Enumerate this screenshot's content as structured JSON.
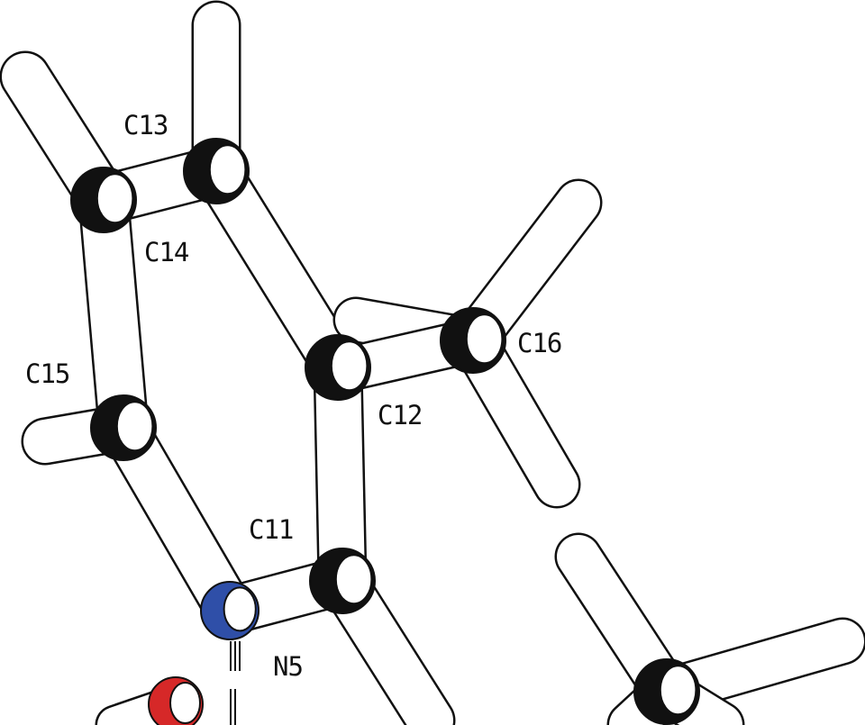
{
  "colors": {
    "carbon": "#111111",
    "nitrogen": "#2f4fa8",
    "oxygen": "#d62828",
    "bond_fill": "#ffffff",
    "bond_stroke": "#111111"
  },
  "atoms": [
    {
      "id": "C11",
      "label": "C11",
      "element": "carbon"
    },
    {
      "id": "C12",
      "label": "C12",
      "element": "carbon"
    },
    {
      "id": "C13",
      "label": "C13",
      "element": "carbon"
    },
    {
      "id": "C14",
      "label": "C14",
      "element": "carbon"
    },
    {
      "id": "C15",
      "label": "C15",
      "element": "carbon"
    },
    {
      "id": "C16",
      "label": "C16",
      "element": "carbon"
    },
    {
      "id": "N5",
      "label": "N5",
      "element": "nitrogen"
    },
    {
      "id": "O_partial",
      "label": "",
      "element": "oxygen"
    },
    {
      "id": "C_partial",
      "label": "",
      "element": "carbon"
    }
  ]
}
